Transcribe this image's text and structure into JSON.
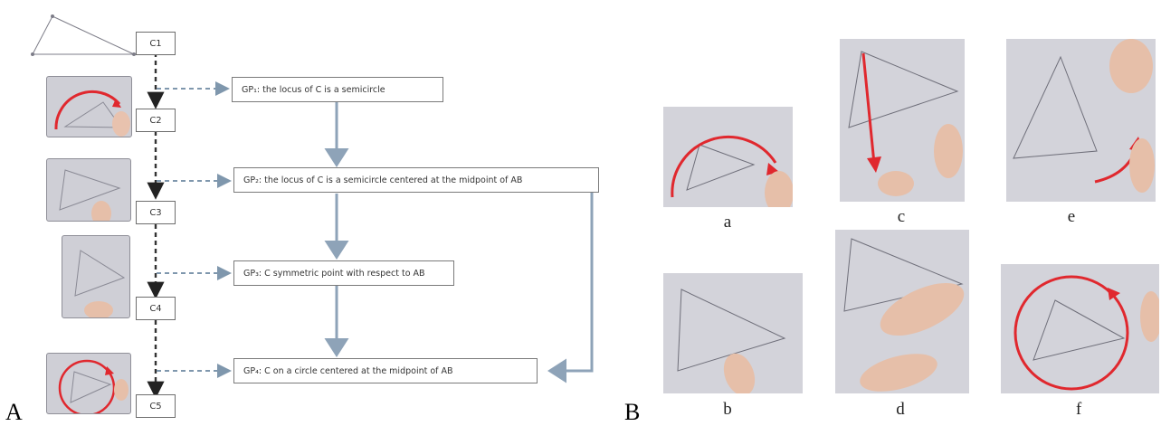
{
  "panel_a": {
    "letter": "A",
    "steps": [
      "C1",
      "C2",
      "C3",
      "C4",
      "C5"
    ],
    "gp_boxes": [
      "GP₁: the locus of C is a semicircle",
      "GP₂: the locus of C is a semicircle centered at the midpoint of AB",
      "GP₃: C symmetric point with respect to AB",
      "GP₄: C on a circle centered at the midpoint of AB"
    ]
  },
  "panel_b": {
    "letter": "B",
    "captions": [
      "a",
      "b",
      "c",
      "d",
      "e",
      "f"
    ]
  },
  "colors": {
    "gesture_red": "#e0282e",
    "flow_arrow": "#8ea3b8",
    "dashed_arrow": "#333333"
  }
}
